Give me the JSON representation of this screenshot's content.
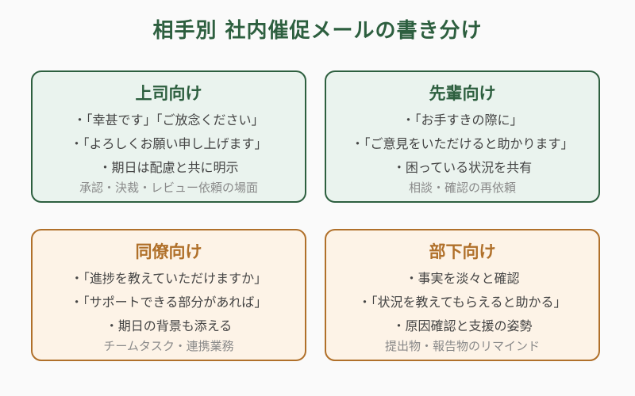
{
  "title": "相手別 社内催促メールの書き分け",
  "colors": {
    "green": "#2d5f3f",
    "green_bg": "#eaf3ee",
    "orange": "#b0702a",
    "orange_bg": "#fdf3e7",
    "background": "#fafafa"
  },
  "cards": [
    {
      "heading": "上司向け",
      "theme": "green",
      "items": [
        "・「幸甚です」「ご放念ください」",
        "・「よろしくお願い申し上げます」",
        "・期日は配慮と共に明示"
      ],
      "note": "承認・決裁・レビュー依頼の場面"
    },
    {
      "heading": "先輩向け",
      "theme": "green",
      "items": [
        "・「お手すきの際に」",
        "・「ご意見をいただけると助かります」",
        "・困っている状況を共有"
      ],
      "note": "相談・確認の再依頼"
    },
    {
      "heading": "同僚向け",
      "theme": "orange",
      "items": [
        "・「進捗を教えていただけますか」",
        "・「サポートできる部分があれば」",
        "・期日の背景も添える"
      ],
      "note": "チームタスク・連携業務"
    },
    {
      "heading": "部下向け",
      "theme": "orange",
      "items": [
        "・事実を淡々と確認",
        "・「状況を教えてもらえると助かる」",
        "・原因確認と支援の姿勢"
      ],
      "note": "提出物・報告物のリマインド"
    }
  ]
}
